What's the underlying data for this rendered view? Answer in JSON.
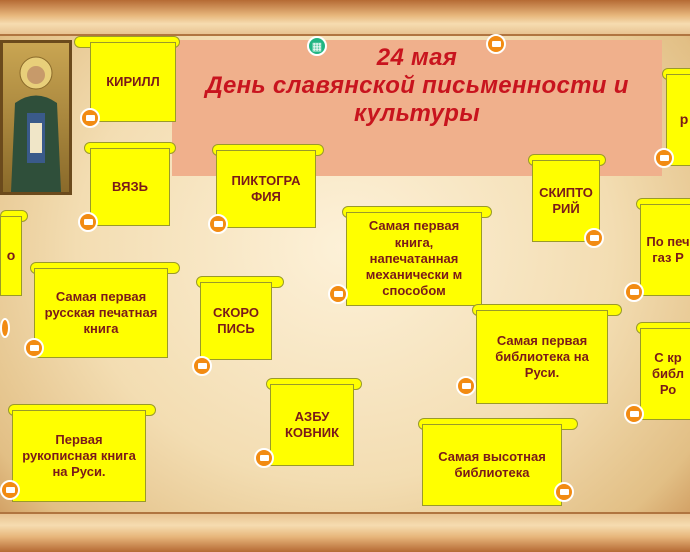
{
  "header": {
    "line1": "24 мая",
    "line2": "День славянской письменности и",
    "line3": "культуры"
  },
  "cards": [
    {
      "label": "КИРИЛЛ"
    },
    {
      "label": "ВЯЗЬ"
    },
    {
      "label": "ПИКТОГРА ФИЯ"
    },
    {
      "label": "Самая первая книга, напечатанная механически м способом"
    },
    {
      "label": "СКИПТО РИЙ"
    },
    {
      "label": "Самая первая русская печатная книга"
    },
    {
      "label": "СКОРО ПИСЬ"
    },
    {
      "label": "Самая первая библиотека на Руси."
    },
    {
      "label": "АЗБУ КОВНИК"
    },
    {
      "label": "Первая рукописная книга на Руси."
    },
    {
      "label": "Самая высотная библиотека"
    },
    {
      "label": "р"
    },
    {
      "label": "По печ газ Р"
    },
    {
      "label": "С кр библ Ро"
    },
    {
      "label": "о"
    }
  ],
  "icons": {
    "nav": "ancient-column-icon",
    "card": "open-book-icon"
  }
}
